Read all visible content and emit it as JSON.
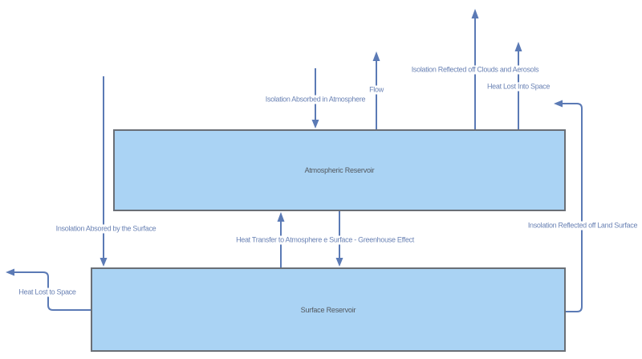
{
  "diagram": {
    "type": "energy-balance-flow-diagram",
    "boxes": [
      {
        "name": "atmospheric-reservoir",
        "label": "Atmospheric Reservoir"
      },
      {
        "name": "surface-reservoir",
        "label": "Surface Reservoir"
      }
    ],
    "flows": [
      {
        "name": "insolation-absorbed-in-atmosphere",
        "label": "Isolation Absorbed in Atmosphere",
        "direction": "down",
        "from": "space",
        "to": "atmospheric-reservoir"
      },
      {
        "name": "flow",
        "label": "Flow",
        "direction": "up",
        "from": "atmospheric-reservoir",
        "to": "space"
      },
      {
        "name": "insolation-reflected-clouds-aerosols",
        "label": "Isolation Reflected off Clouds and Aerosols",
        "direction": "up",
        "from": "atmospheric-reservoir",
        "to": "space"
      },
      {
        "name": "heat-lost-into-space",
        "label": "Heat Lost Into Space",
        "direction": "up",
        "from": "atmospheric-reservoir",
        "to": "space"
      },
      {
        "name": "insolation-absorbed-by-surface",
        "label": "Insolation Absored by the Surface",
        "direction": "down",
        "from": "space",
        "to": "surface-reservoir"
      },
      {
        "name": "heat-lost-to-space",
        "label": "Heat Lost to Space",
        "direction": "left-up-left",
        "from": "surface-reservoir",
        "to": "space"
      },
      {
        "name": "heat-transfer-greenhouse-effect",
        "label": "Heat Transfer to Atmosphere e Surface - Greenhouse Effect",
        "direction": "both-vertical",
        "from": "surface-reservoir",
        "to": "atmospheric-reservoir"
      },
      {
        "name": "insolation-reflected-land-surface",
        "label": "Insolation Reflected off Land Surface",
        "direction": "right-up-left",
        "from": "surface-reservoir",
        "to": "space"
      }
    ],
    "colors": {
      "background": "#FFFFFF",
      "arrow_line": "#5B7AB5",
      "flow_label_text": "#6A82B4",
      "reservoir_fill": "#AAD3F4",
      "reservoir_border": "#6A6F76",
      "reservoir_label_text": "#52575D"
    }
  }
}
